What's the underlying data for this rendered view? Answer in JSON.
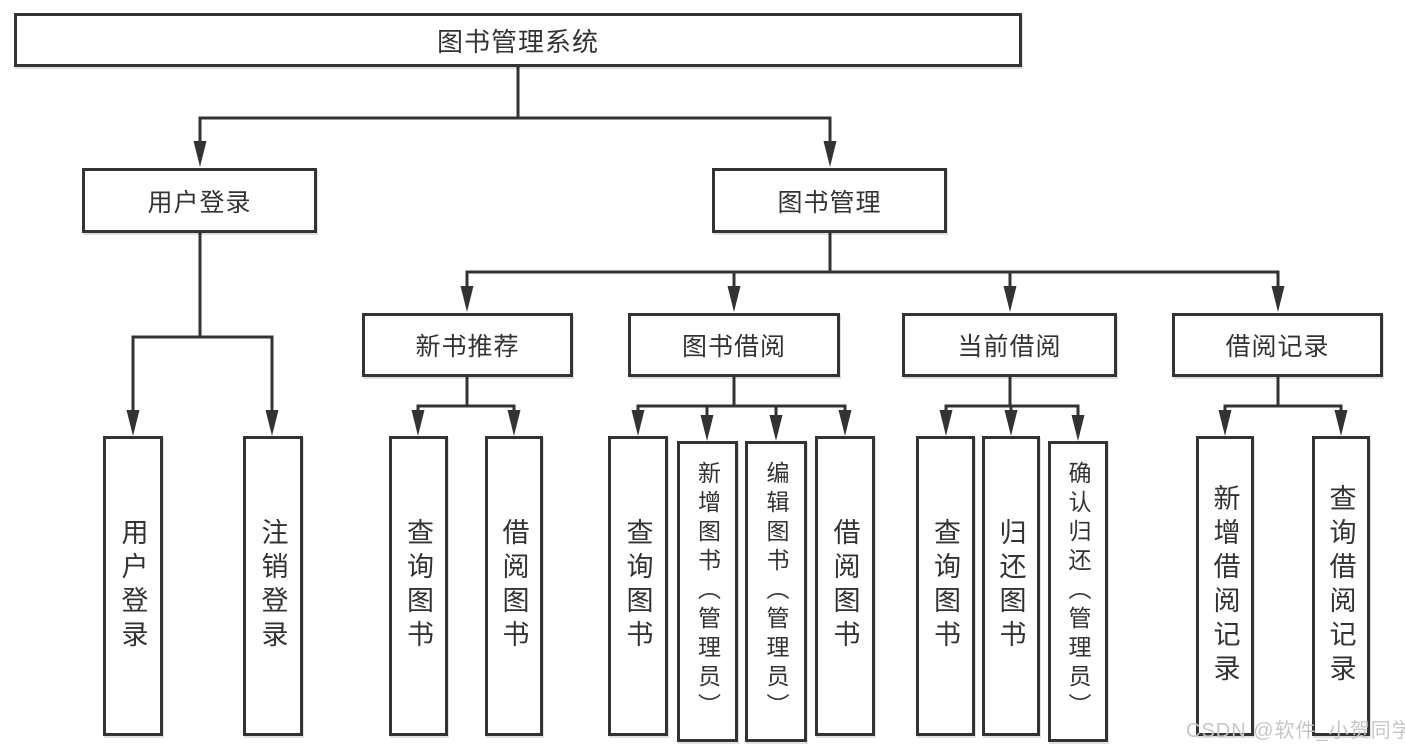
{
  "colors": {
    "line": "#333333",
    "box_border": "#333333",
    "box_fill": "#ffffff",
    "text": "#333333",
    "watermark": "#c6c6c6",
    "background": "#ffffff"
  },
  "tree": {
    "label": "图书管理系统",
    "children": [
      {
        "label": "用户登录",
        "children": [
          {
            "label": "用户登录"
          },
          {
            "label": "注销登录"
          }
        ]
      },
      {
        "label": "图书管理",
        "children": [
          {
            "label": "新书推荐",
            "children": [
              {
                "label": "查询图书"
              },
              {
                "label": "借阅图书"
              }
            ]
          },
          {
            "label": "图书借阅",
            "children": [
              {
                "label": "查询图书"
              },
              {
                "label": "新增图书（管理员）"
              },
              {
                "label": "编辑图书（管理员）"
              },
              {
                "label": "借阅图书"
              }
            ]
          },
          {
            "label": "当前借阅",
            "children": [
              {
                "label": "查询图书"
              },
              {
                "label": "归还图书"
              },
              {
                "label": "确认归还（管理员）"
              }
            ]
          },
          {
            "label": "借阅记录",
            "children": [
              {
                "label": "新增借阅记录"
              },
              {
                "label": "查询借阅记录"
              }
            ]
          }
        ]
      }
    ]
  },
  "watermark": {
    "text": "CSDN @软件_小贺同学"
  }
}
